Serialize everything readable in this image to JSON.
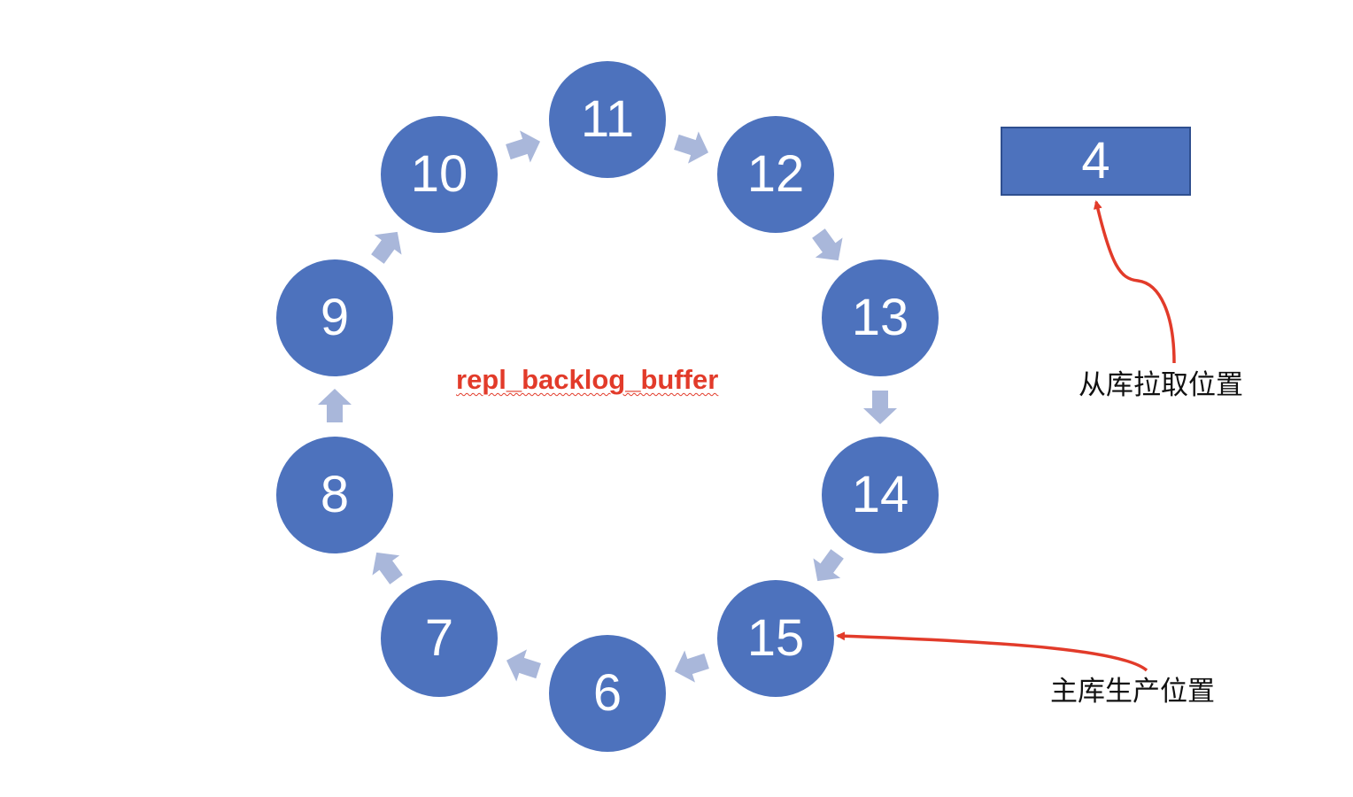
{
  "ring": {
    "label": "repl_backlog_buffer",
    "nodes": [
      {
        "value": "6"
      },
      {
        "value": "7"
      },
      {
        "value": "8"
      },
      {
        "value": "9"
      },
      {
        "value": "10"
      },
      {
        "value": "11"
      },
      {
        "value": "12"
      },
      {
        "value": "13"
      },
      {
        "value": "14"
      },
      {
        "value": "15"
      }
    ],
    "colors": {
      "node_fill": "#4d72bd",
      "node_text": "#ffffff",
      "ring_arrow": "#a9b7da",
      "label": "#e23b2a"
    }
  },
  "slave": {
    "value": "4",
    "label": "从库拉取位置"
  },
  "master": {
    "label": "主库生产位置"
  },
  "pointer_color": "#e23b2a"
}
